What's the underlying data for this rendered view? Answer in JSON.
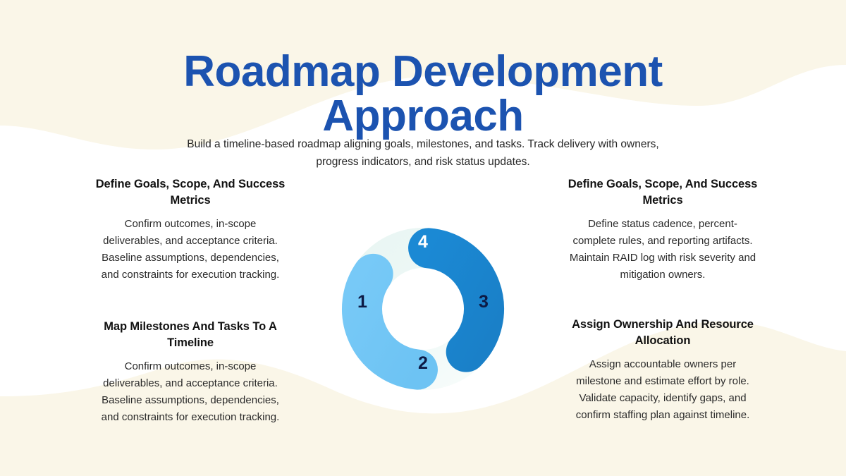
{
  "page": {
    "title": "Roadmap Development Approach",
    "subtitle": "Build a timeline-based roadmap aligning goals, milestones, and tasks. Track delivery with owners, progress indicators, and risk status updates."
  },
  "colors": {
    "title_blue": "#1c53b0",
    "cream_background": "#faf6e8",
    "page_background": "#ffffff",
    "arc_dark_blue": "#1a86d0",
    "arc_light_blue": "#74c7f5",
    "ring_pale_mint": "#e4f4f2",
    "numeral_navy": "#0d1b46",
    "numeral_white": "#ffffff",
    "heading_text": "#121212",
    "body_text": "#2a2a2a"
  },
  "blocks": {
    "top_left": {
      "heading": "Define Goals, Scope, And Success Metrics",
      "body": "Confirm outcomes, in-scope deliverables, and acceptance criteria. Baseline assumptions, dependencies, and constraints for execution tracking."
    },
    "bottom_left": {
      "heading": "Map Milestones And Tasks To A Timeline",
      "body": "Confirm outcomes, in-scope deliverables, and acceptance criteria. Baseline assumptions, dependencies, and constraints for execution tracking."
    },
    "top_right": {
      "heading": "Define Goals, Scope, And Success Metrics",
      "body": "Define status cadence, percent-complete rules, and reporting artifacts. Maintain RAID log with risk severity and mitigation owners."
    },
    "bottom_right": {
      "heading": "Assign Ownership And Resource Allocation",
      "body": "Assign accountable owners per milestone and estimate effort by role. Validate capacity, identify gaps, and confirm staffing plan against timeline."
    }
  },
  "chart_data": {
    "type": "pie",
    "title": "",
    "variant": "donut",
    "center": [
      138,
      138
    ],
    "outer_radius": 115,
    "inner_radius": 58,
    "stroke_width": 57,
    "base_ring_color": "#e4f4f2",
    "segments": [
      {
        "label": "1",
        "value": 1,
        "color": "#eaf6f4",
        "text_color": "#0d1b46",
        "on_base_ring": true,
        "label_angle_deg": 180
      },
      {
        "label": "2",
        "value": 2,
        "color": "#74c7f5",
        "text_color": "#0d1b46",
        "on_base_ring": false,
        "start_angle_deg": 95,
        "end_angle_deg": 215,
        "label_angle_deg": 90
      },
      {
        "label": "3",
        "value": 3,
        "color": "#e4f4f2",
        "text_color": "#0d1b46",
        "on_base_ring": true,
        "label_angle_deg": 0
      },
      {
        "label": "4",
        "value": 4,
        "color": "#1a86d0",
        "text_color": "#ffffff",
        "on_base_ring": false,
        "start_angle_deg": -85,
        "end_angle_deg": 45,
        "label_angle_deg": -90
      }
    ]
  },
  "donut_labels": {
    "one": "1",
    "two": "2",
    "three": "3",
    "four": "4"
  }
}
